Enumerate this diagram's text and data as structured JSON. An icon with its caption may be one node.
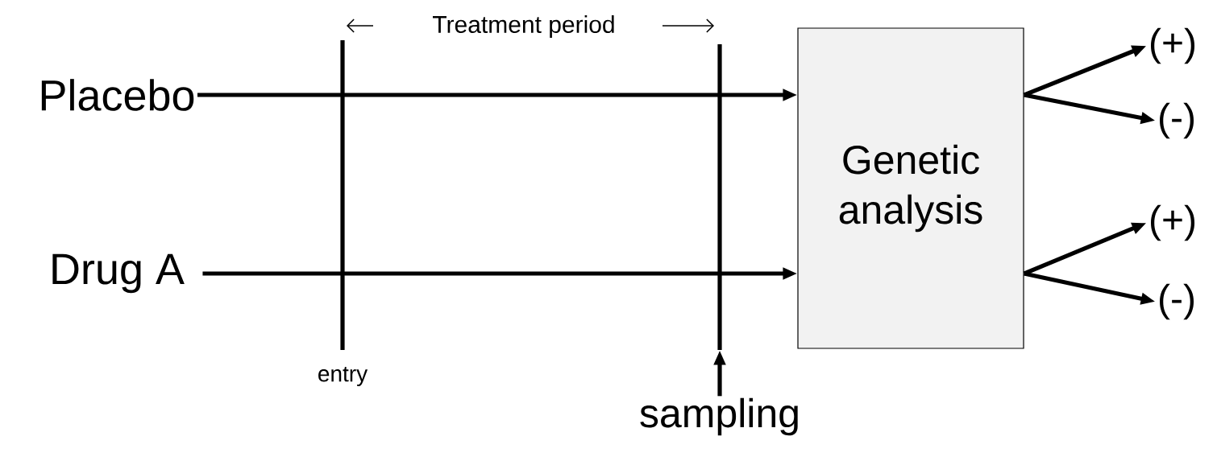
{
  "diagram": {
    "nodes": [
      {
        "text": [
          "Placebo"
        ]
      },
      {
        "text": [
          "Drug A"
        ]
      },
      {
        "text": [
          "Genetic analysis"
        ]
      },
      {
        "text": [
          "(+)"
        ]
      },
      {
        "text": [
          "(-)"
        ]
      },
      {
        "text": [
          "(+)"
        ]
      },
      {
        "text": [
          "(-)"
        ]
      },
      {
        "text": [],
        "shape": "bar",
        "beside": [
          "entry"
        ]
      },
      {
        "text": [],
        "shape": "bar"
      },
      {
        "text": [
          "sampling"
        ]
      }
    ],
    "edges": [
      {
        "from": 0,
        "to": 2,
        "arrow": "to"
      },
      {
        "from": 1,
        "to": 2,
        "arrow": "to"
      },
      {
        "from": 2,
        "to": 3,
        "arrow": "to"
      },
      {
        "from": 2,
        "to": 4,
        "arrow": "to"
      },
      {
        "from": 2,
        "to": 5,
        "arrow": "to"
      },
      {
        "from": 2,
        "to": 6,
        "arrow": "to"
      },
      {
        "from": 9,
        "to": 8,
        "arrow": "to"
      }
    ],
    "labels": [
      "Treatment period"
    ]
  }
}
